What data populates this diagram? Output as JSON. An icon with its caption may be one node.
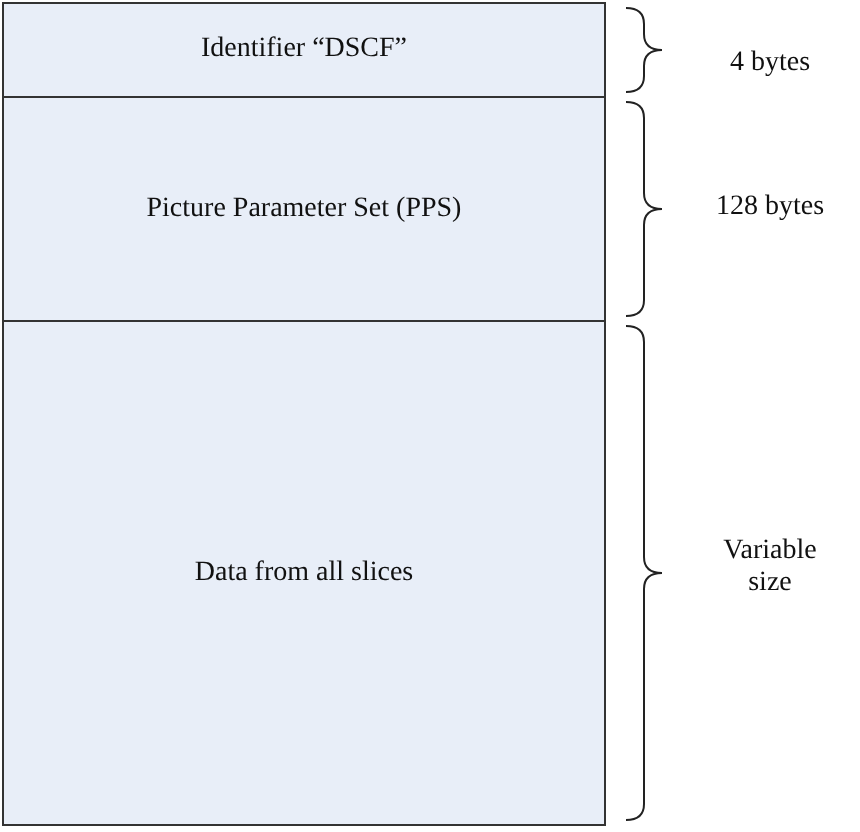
{
  "diagram": {
    "nodes": [
      {
        "text": [
          "Identifier “DSCF”"
        ]
      },
      {
        "text": [
          "Picture Parameter Set (PPS)"
        ]
      },
      {
        "text": [
          "Data from all slices"
        ]
      }
    ],
    "labels": [
      "4 bytes",
      "128 bytes",
      "Variable size"
    ]
  }
}
